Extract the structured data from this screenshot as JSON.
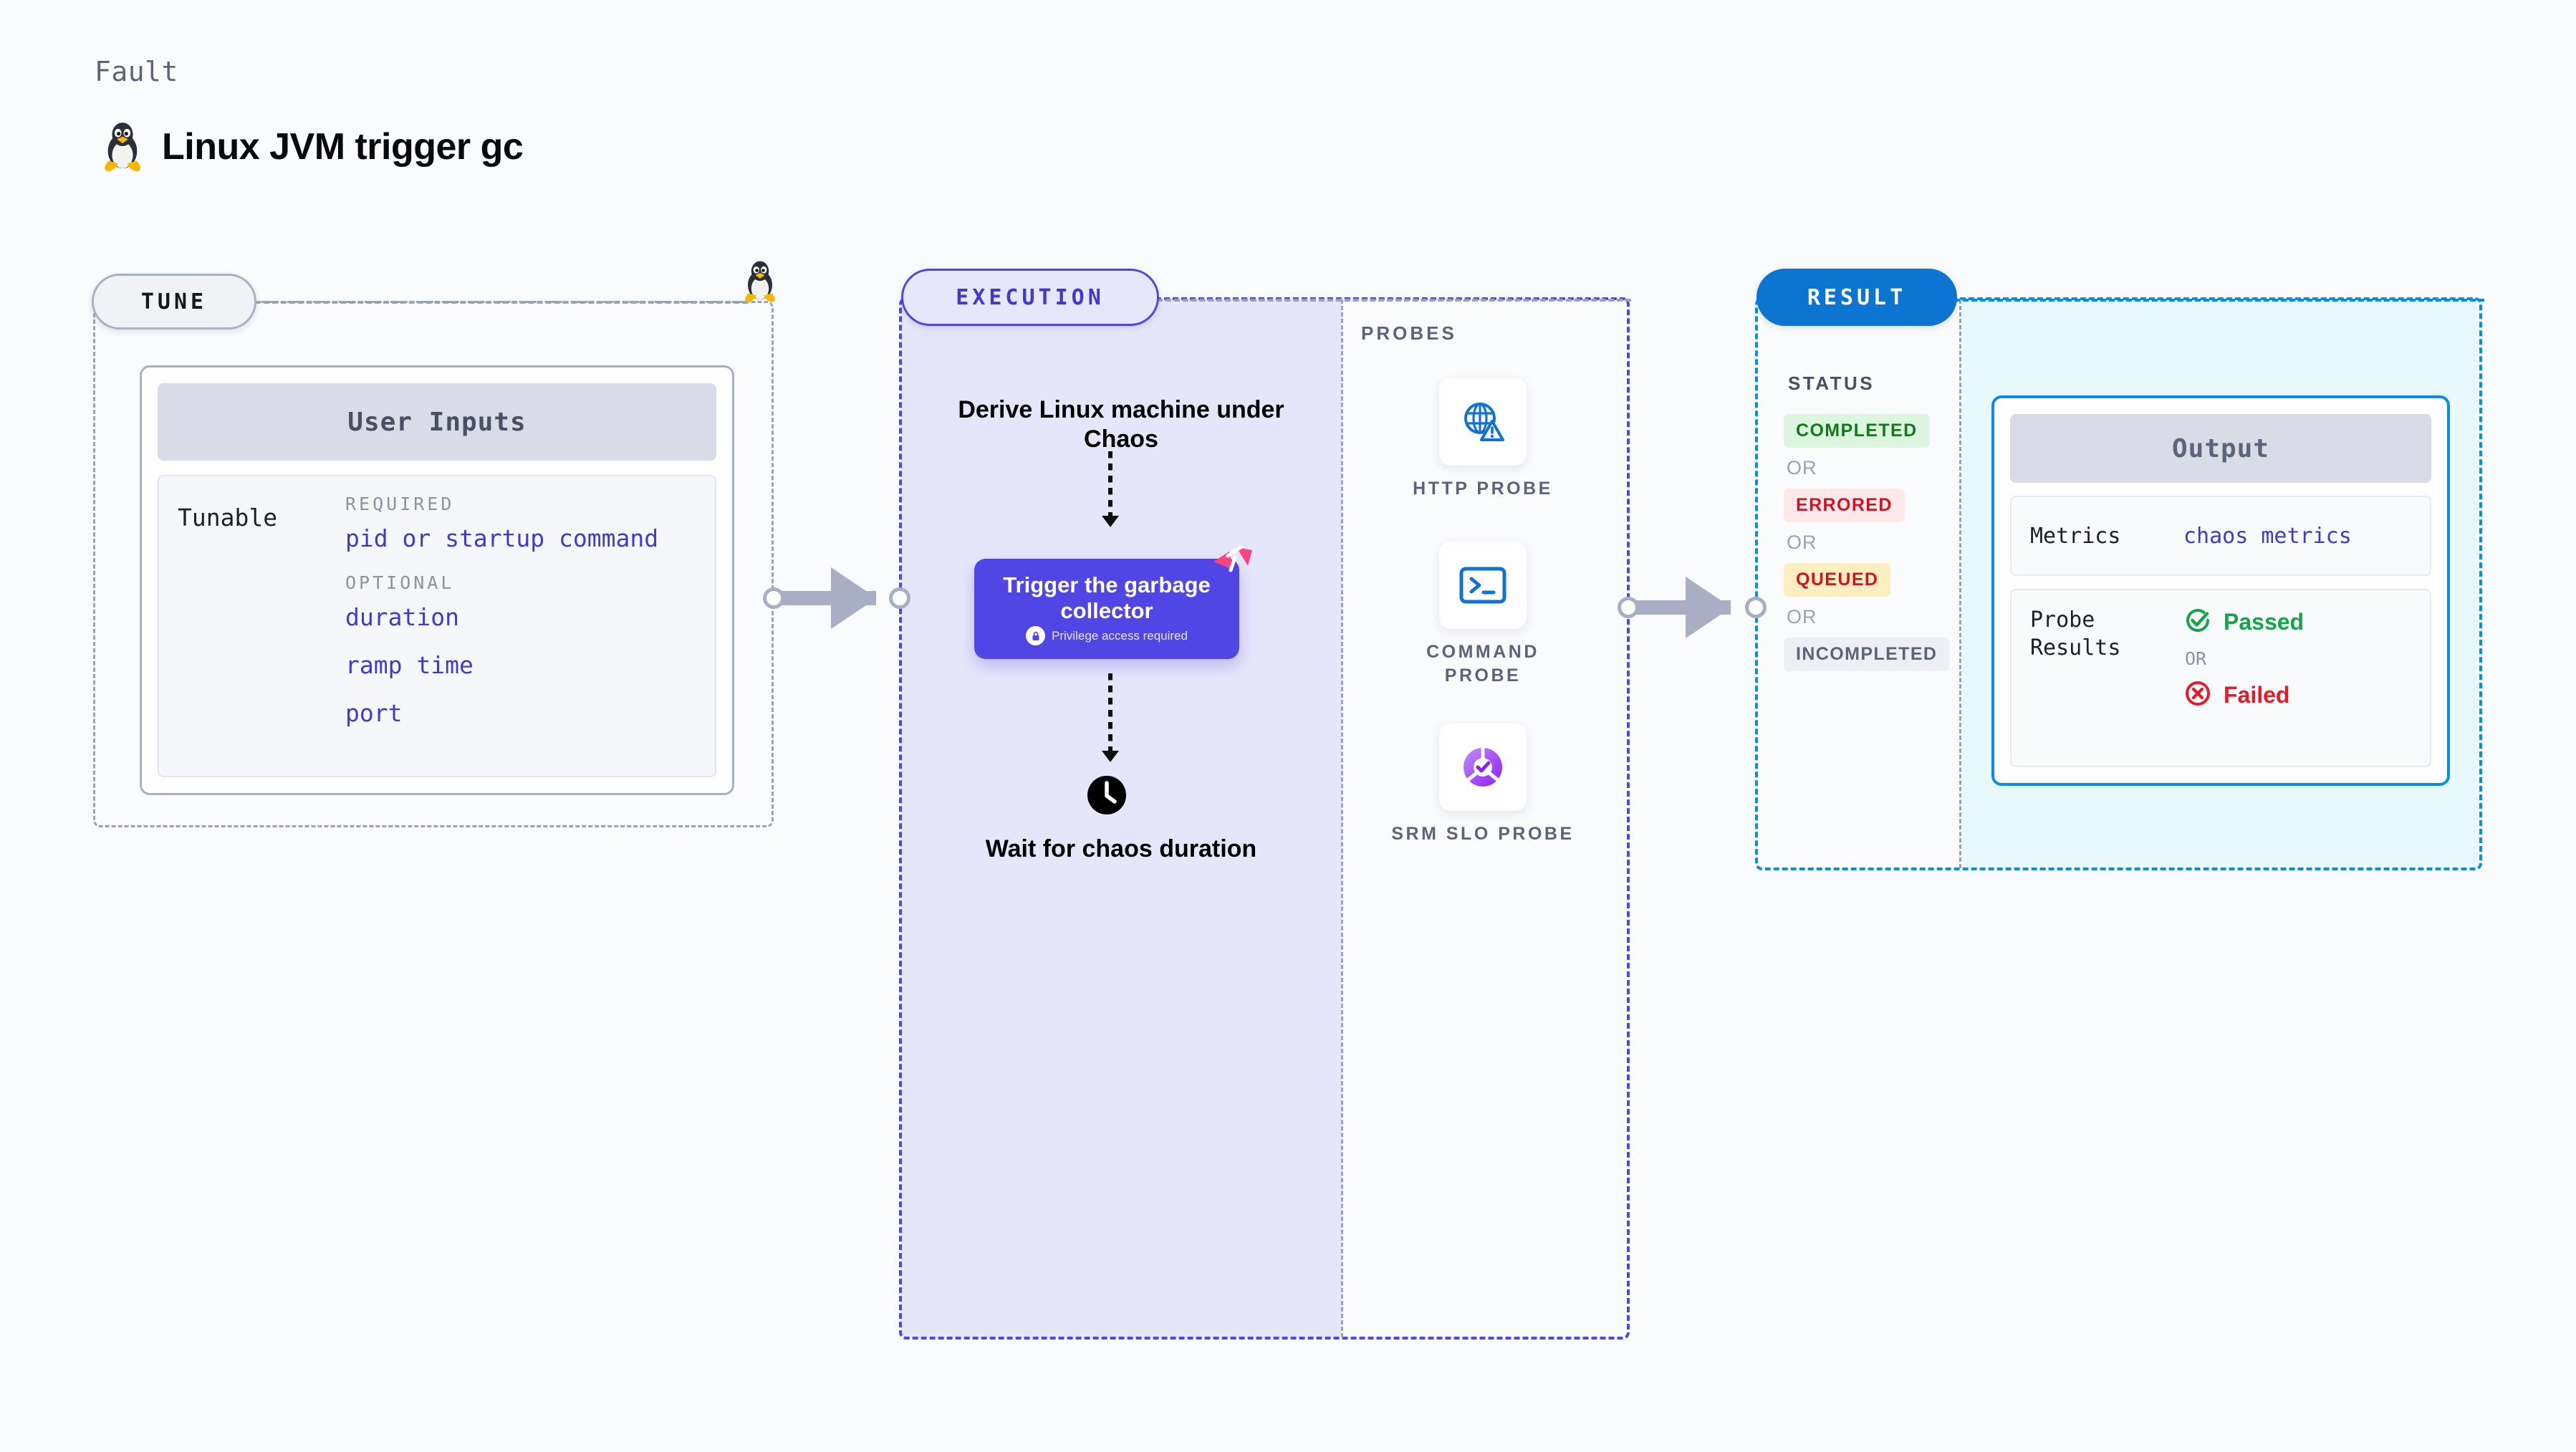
{
  "header": {
    "eyebrow": "Fault",
    "title": "Linux JVM trigger gc",
    "icon": "linux-penguin-icon"
  },
  "tune": {
    "pill_label": "TUNE",
    "card_title": "User Inputs",
    "tunable_label": "Tunable",
    "required_label": "REQUIRED",
    "optional_label": "OPTIONAL",
    "required_items": [
      "pid or startup command"
    ],
    "optional_items": [
      "duration",
      "ramp time",
      "port"
    ],
    "node_icon": "linux-penguin-icon"
  },
  "execution": {
    "pill_label": "EXECUTION",
    "step_derive": "Derive Linux machine under Chaos",
    "trigger": {
      "title": "Trigger the garbage collector",
      "subtitle": "Privilege access required",
      "lock_icon": "lock-icon",
      "chaos_icon": "chaos-burst-icon"
    },
    "step_wait": "Wait for chaos duration",
    "clock_icon": "clock-icon"
  },
  "probes": {
    "section_label": "PROBES",
    "items": [
      {
        "name": "HTTP PROBE",
        "icon": "globe-warning-icon"
      },
      {
        "name": "COMMAND PROBE",
        "icon": "terminal-prompt-icon"
      },
      {
        "name": "SRM SLO PROBE",
        "icon": "donut-check-icon"
      }
    ]
  },
  "result": {
    "pill_label": "RESULT",
    "status_label": "STATUS",
    "or_label": "OR",
    "statuses": [
      {
        "label": "COMPLETED",
        "style": "sb-completed"
      },
      {
        "label": "ERRORED",
        "style": "sb-errored"
      },
      {
        "label": "QUEUED",
        "style": "sb-queued"
      },
      {
        "label": "INCOMPLETED",
        "style": "sb-incompleted"
      }
    ],
    "output": {
      "title": "Output",
      "metrics_key": "Metrics",
      "metrics_value": "chaos metrics",
      "probe_results_key": "Probe Results",
      "passed_label": "Passed",
      "failed_label": "Failed",
      "or_label": "OR",
      "passed_icon": "check-circle-icon",
      "failed_icon": "x-circle-icon"
    }
  },
  "colors": {
    "background": "#fafbfd",
    "tune_border": "#9aa2b4",
    "execution_accent": "#4f46e5",
    "execution_fill": "#e6e6fa",
    "result_accent": "#0c8ce9",
    "result_fill": "#e8f9fd",
    "result_pill": "#0c75d2",
    "mono_value": "#4338ca",
    "connector": "#a9aec4",
    "passed": "#16a34a",
    "failed": "#e11d2b",
    "chaos_badge": "#f8457e"
  }
}
